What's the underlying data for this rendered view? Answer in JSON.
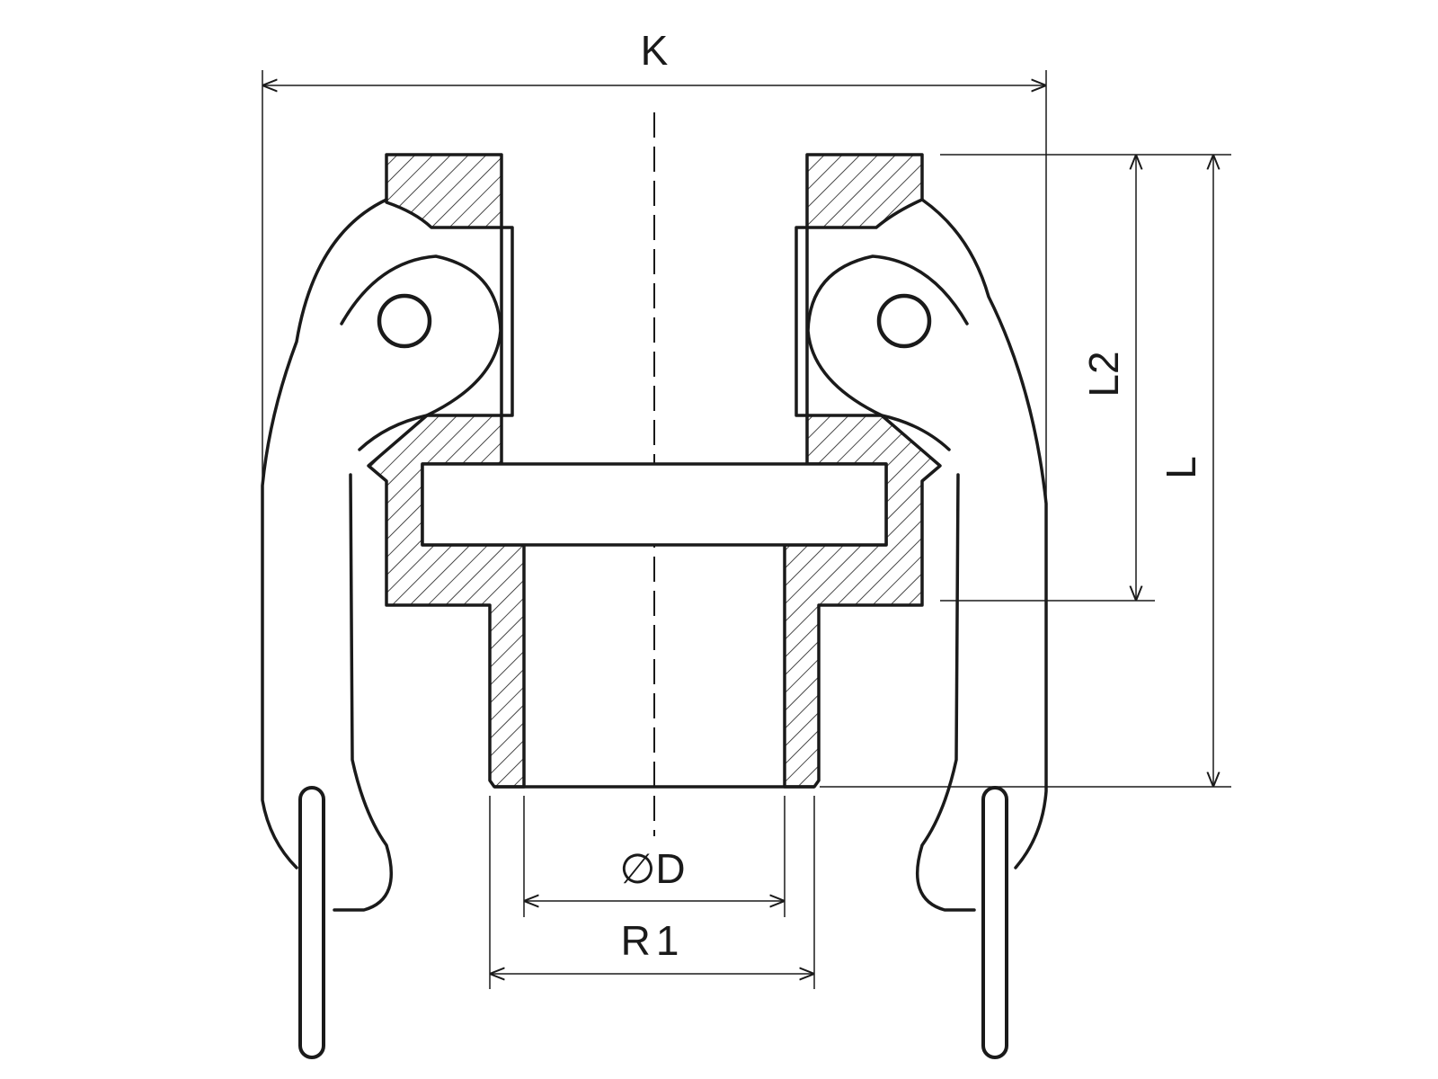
{
  "labels": {
    "overall_width": "K",
    "thread_length": "L2",
    "total_length": "L",
    "inner_diameter": "∅D",
    "thread_size": "R1"
  },
  "colors": {
    "line": "#1a1a1a",
    "background": "#ffffff"
  }
}
